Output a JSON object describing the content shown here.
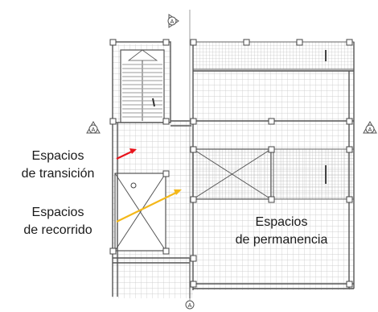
{
  "labels": {
    "transicion": [
      "Espacios",
      "de transición"
    ],
    "recorrido": [
      "Espacios",
      "de recorrido"
    ],
    "permanencia": [
      "Espacios",
      "de permanencia"
    ]
  },
  "section_markers": [
    "A",
    "A",
    "A",
    "A"
  ],
  "colors": {
    "arrow_transicion": "#e8141c",
    "arrow_recorrido": "#f4b81a",
    "line": "#555555",
    "grid": "#bdbdbd",
    "text": "#1a1a1a"
  }
}
